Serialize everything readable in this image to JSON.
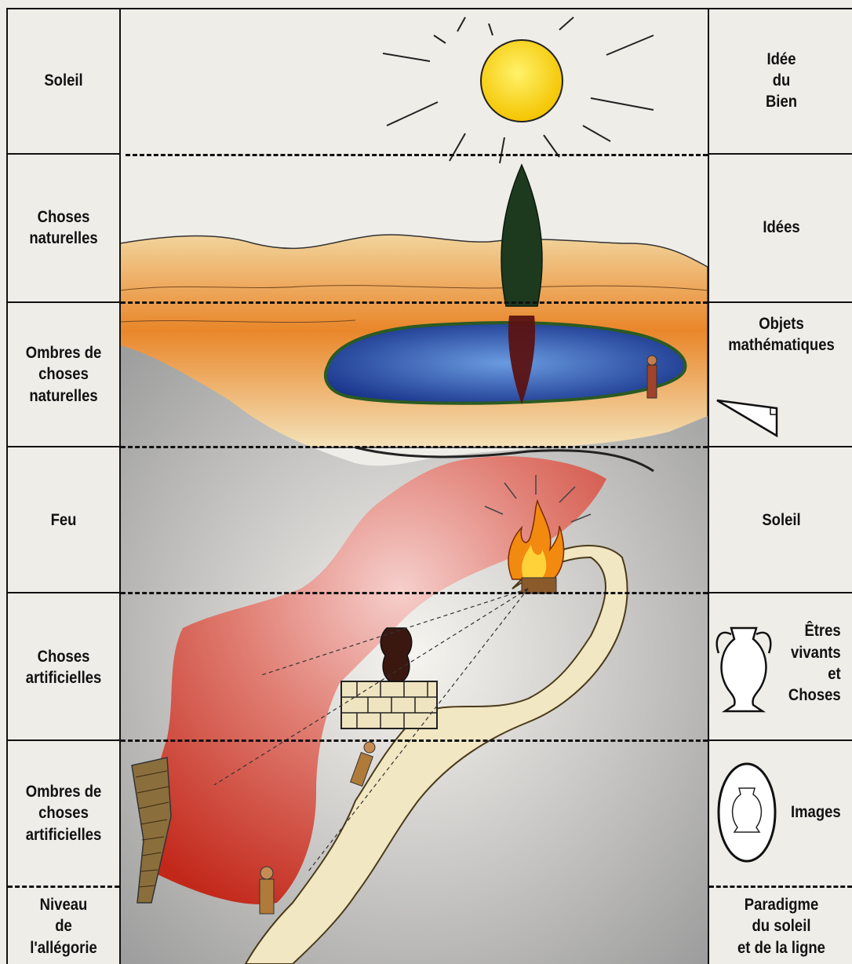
{
  "left_column": {
    "title": "Niveau de l'allégorie",
    "rows": [
      {
        "label": "Soleil"
      },
      {
        "label": "Choses naturelles"
      },
      {
        "label": "Ombres de choses naturelles"
      },
      {
        "label": "Feu"
      },
      {
        "label": "Choses artificielles"
      },
      {
        "label": "Ombres de choses artificielles"
      }
    ],
    "footer": "Niveau\nde\nl'allégorie"
  },
  "right_column": {
    "rows": [
      {
        "label": "Idée\ndu\nBien"
      },
      {
        "label": "Idées"
      },
      {
        "label": "Objets\nmathématiques",
        "icon": "triangle-icon"
      },
      {
        "label": "Soleil"
      },
      {
        "label": "Êtres\nvivants\net\nChoses",
        "icon": "vase-icon"
      },
      {
        "label": "Images",
        "icon": "vase-image-icon"
      }
    ],
    "footer": "Paradigme\ndu soleil\net de la ligne"
  },
  "colors": {
    "sun": "#f7d21a",
    "cave_red": "#c8321f",
    "lake_blue": "#1f3f9c",
    "fire": "#f28a10",
    "tree": "#1d3a1f"
  }
}
